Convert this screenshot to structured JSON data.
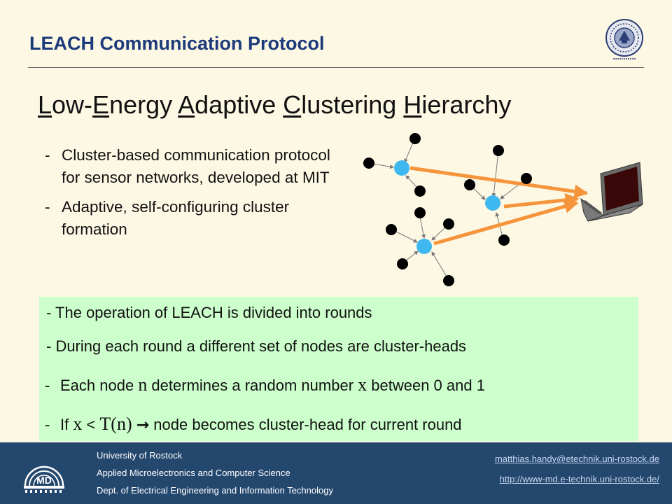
{
  "slide": {
    "title": "LEACH Communication Protocol",
    "headline": [
      {
        "initial": "L",
        "rest": "ow-"
      },
      {
        "initial": "E",
        "rest": "nergy "
      },
      {
        "initial": "A",
        "rest": "daptive "
      },
      {
        "initial": "C",
        "rest": "lustering "
      },
      {
        "initial": "H",
        "rest": "ierarchy"
      }
    ],
    "bullets": [
      "Cluster-based communication protocol for sensor networks, developed at MIT",
      "Adaptive, self-configuring cluster formation"
    ],
    "dash": "-"
  },
  "green_box": {
    "line1": "- The operation of LEACH is divided into rounds",
    "line2": "- During each round a different set of nodes are cluster-heads",
    "line3": {
      "dash": "-",
      "a": "Each node ",
      "n": "n",
      "b": " determines a random number ",
      "x": "x",
      "c": " between 0 and 1"
    },
    "line4": {
      "dash": "-",
      "a": "If ",
      "x": "x",
      "lt": " < ",
      "t": "T(n)",
      "arrow": "→",
      "b": " node becomes cluster-head for current round"
    }
  },
  "footer": {
    "org_lines": [
      "University of Rostock",
      "Applied Microelectronics and Computer Science",
      "Dept. of Electrical Engineering and Information Technology"
    ],
    "email": "matthias.handy@etechnik.uni-rostock.de",
    "url": "http://www-md.e-technik.uni-rostock.de/",
    "logo_text": "MD"
  },
  "colors": {
    "background": "#fdf8e4",
    "title": "#1c3a7a",
    "green_box": "#ccffcc",
    "footer": "#24476e",
    "cluster_head": "#3fb8f0",
    "sensor_node": "#000000",
    "link_arrow": "#f5943a"
  },
  "icons": {
    "seal": "university-seal-icon",
    "logo": "md-logo-icon",
    "laptop": "laptop-icon"
  }
}
